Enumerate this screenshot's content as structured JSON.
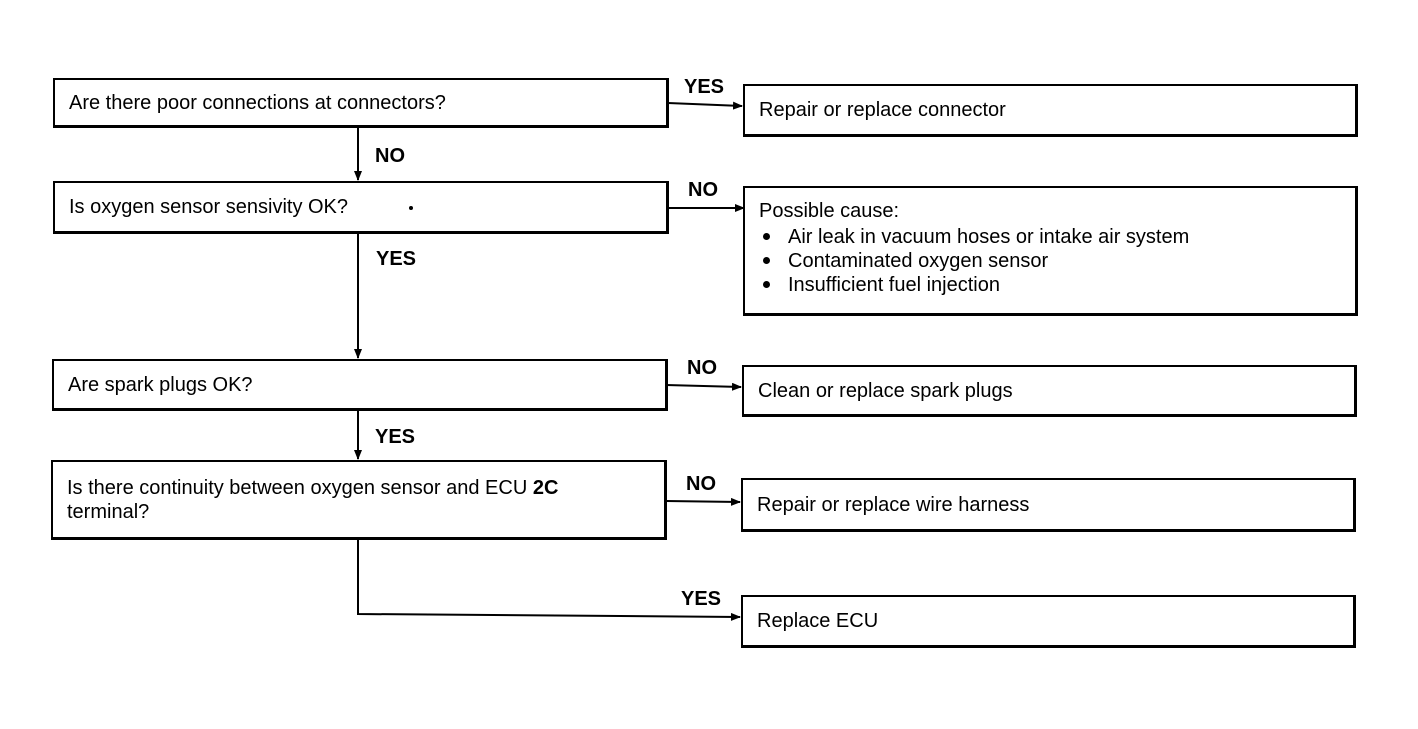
{
  "flowchart": {
    "questions": {
      "q1": "Are there poor connections at connectors?",
      "q2": "Is oxygen sensor sensivity OK?",
      "q3": "Are spark plugs OK?",
      "q4_line1_prefix": "Is there continuity between oxygen sensor and ECU ",
      "q4_line1_term": "2C",
      "q4_line2": "terminal?"
    },
    "outcomes": {
      "o1": "Repair or replace connector",
      "o2_heading": "Possible cause:",
      "o2_causes": [
        "Air leak in vacuum hoses or intake air system",
        "Contaminated oxygen sensor",
        "Insufficient fuel injection"
      ],
      "o3": "Clean or replace spark plugs",
      "o4": "Repair or replace wire harness",
      "o5": "Replace ECU"
    },
    "branch_labels": {
      "q1_right": "YES",
      "q1_down": "NO",
      "q2_right": "NO",
      "q2_down": "YES",
      "q3_right": "NO",
      "q3_down": "YES",
      "q4_right": "NO",
      "q4_down": "YES"
    }
  }
}
